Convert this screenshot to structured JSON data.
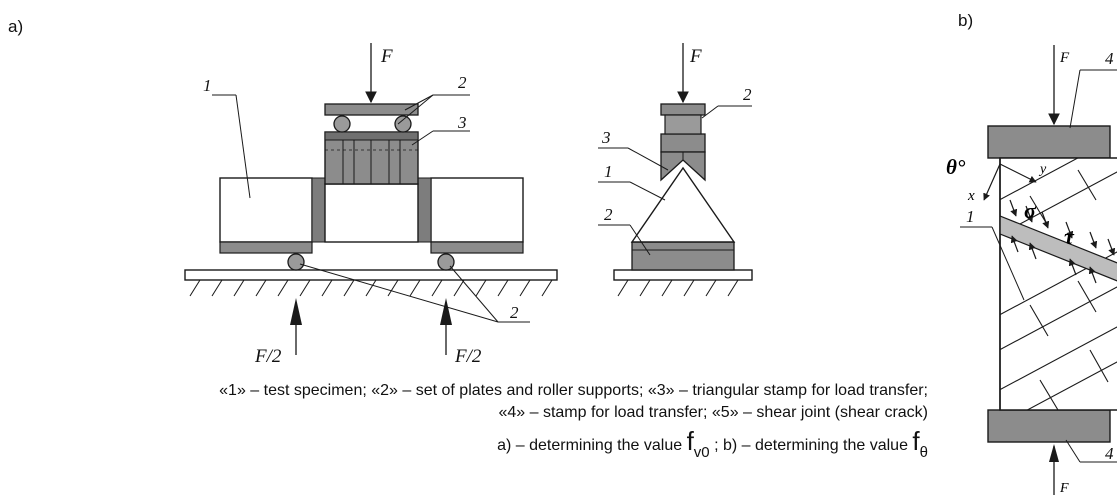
{
  "labels": {
    "panel_a": "a)",
    "panel_b": "b)",
    "force": "F",
    "half_force": "F/2",
    "n1": "1",
    "n2": "2",
    "n3": "3",
    "n4": "4",
    "theta": "θ°",
    "axis_x": "x",
    "axis_y": "y",
    "sigma": "σ",
    "tau": "τ"
  },
  "caption": {
    "line1": "«1» – test specimen; «2» – set of plates and roller supports; «3» – triangular stamp for load transfer;",
    "line2": "«4» – stamp for load transfer; «5» – shear joint (shear crack)",
    "line3_pre": "a) – determining the value ",
    "f_symbol": "f",
    "sub_v0": "v0",
    "line3_mid": " ; b) – determining the value ",
    "sub_theta": "θ"
  },
  "colors": {
    "steel": "#7d7d7d",
    "steel_light": "#bdbdbd",
    "line": "#1a1a1a"
  }
}
